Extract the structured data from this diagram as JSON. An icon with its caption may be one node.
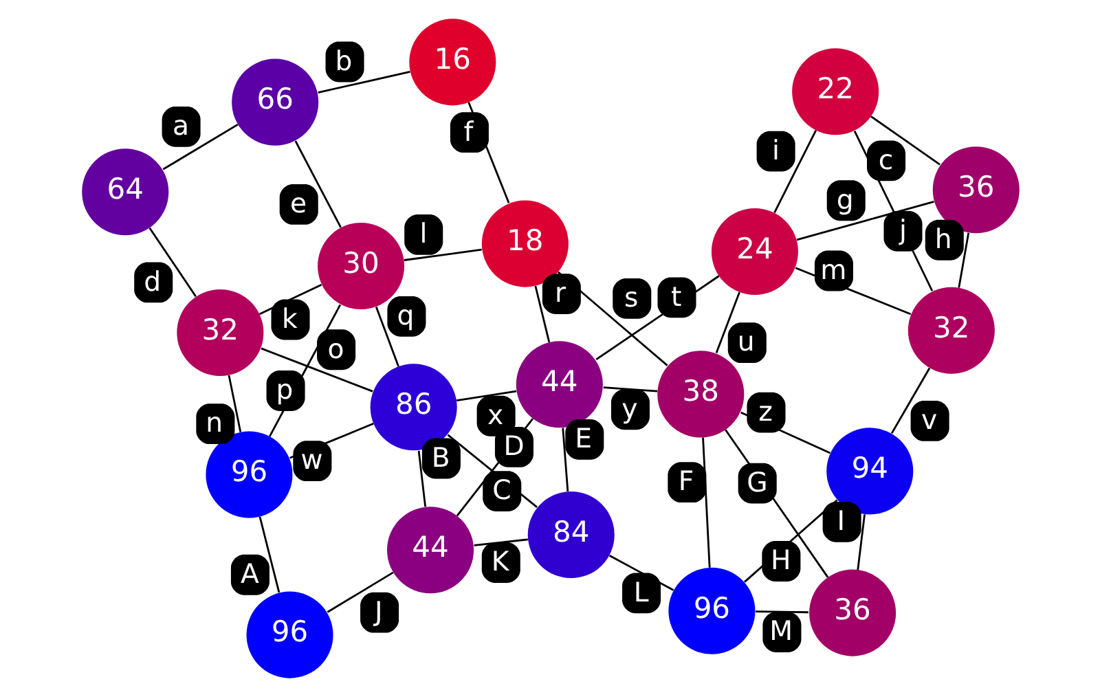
{
  "diagram": {
    "nodes": [
      {
        "text": [
          "66"
        ]
      },
      {
        "text": [
          "16"
        ]
      },
      {
        "text": [
          "36"
        ]
      },
      {
        "text": [
          "22"
        ]
      },
      {
        "text": [
          "64"
        ]
      },
      {
        "text": [
          "32"
        ]
      },
      {
        "text": [
          "30"
        ]
      },
      {
        "text": [
          "18"
        ]
      },
      {
        "text": [
          "24"
        ]
      },
      {
        "text": [
          "32"
        ]
      },
      {
        "text": [
          "86"
        ]
      },
      {
        "text": [
          "44"
        ]
      },
      {
        "text": [
          "38"
        ]
      },
      {
        "text": [
          "94"
        ]
      },
      {
        "text": [
          "96"
        ]
      },
      {
        "text": [
          "96"
        ]
      },
      {
        "text": [
          "96"
        ]
      },
      {
        "text": [
          "44"
        ]
      },
      {
        "text": [
          "84"
        ]
      },
      {
        "text": [
          "36"
        ]
      }
    ],
    "edges": [
      {
        "from": 4,
        "to": 0,
        "arrow": "none",
        "label": "a"
      },
      {
        "from": 0,
        "to": 1,
        "arrow": "none",
        "label": "b"
      },
      {
        "from": 2,
        "to": 3,
        "arrow": "none",
        "label": "c"
      },
      {
        "from": 5,
        "to": 4,
        "arrow": "none",
        "label": "d"
      },
      {
        "from": 0,
        "to": 6,
        "arrow": "none",
        "label": "e"
      },
      {
        "from": 1,
        "to": 7,
        "arrow": "none",
        "label": "f"
      },
      {
        "from": 2,
        "to": 8,
        "arrow": "none",
        "label": "g"
      },
      {
        "from": 2,
        "to": 9,
        "arrow": "none",
        "label": "h"
      },
      {
        "from": 3,
        "to": 8,
        "arrow": "none",
        "label": "i"
      },
      {
        "from": 3,
        "to": 9,
        "arrow": "none",
        "label": "j"
      },
      {
        "from": 5,
        "to": 6,
        "arrow": "none",
        "label": "k"
      },
      {
        "from": 6,
        "to": 7,
        "arrow": "none",
        "label": "l"
      },
      {
        "from": 8,
        "to": 9,
        "arrow": "none",
        "label": "m"
      },
      {
        "from": 5,
        "to": 14,
        "arrow": "none",
        "label": "n"
      },
      {
        "from": 5,
        "to": 10,
        "arrow": "none",
        "label": "o"
      },
      {
        "from": 14,
        "to": 6,
        "arrow": "none",
        "label": "p"
      },
      {
        "from": 6,
        "to": 10,
        "arrow": "none",
        "label": "q"
      },
      {
        "from": 7,
        "to": 11,
        "arrow": "none",
        "label": "r"
      },
      {
        "from": 7,
        "to": 12,
        "arrow": "none",
        "label": "s"
      },
      {
        "from": 11,
        "to": 8,
        "arrow": "none",
        "label": "t"
      },
      {
        "from": 12,
        "to": 8,
        "arrow": "none",
        "label": "u"
      },
      {
        "from": 9,
        "to": 13,
        "arrow": "none",
        "label": "v"
      },
      {
        "from": 14,
        "to": 10,
        "arrow": "none",
        "label": "w"
      },
      {
        "from": 10,
        "to": 11,
        "arrow": "none",
        "label": "x"
      },
      {
        "from": 11,
        "to": 12,
        "arrow": "none",
        "label": "y"
      },
      {
        "from": 12,
        "to": 13,
        "arrow": "none",
        "label": "z"
      },
      {
        "from": 14,
        "to": 15,
        "arrow": "none",
        "label": "A"
      },
      {
        "from": 10,
        "to": 17,
        "arrow": "none",
        "label": "B"
      },
      {
        "from": 10,
        "to": 18,
        "arrow": "none",
        "label": "C"
      },
      {
        "from": 11,
        "to": 17,
        "arrow": "none",
        "label": "D"
      },
      {
        "from": 11,
        "to": 18,
        "arrow": "none",
        "label": "E"
      },
      {
        "from": 12,
        "to": 16,
        "arrow": "none",
        "label": "F"
      },
      {
        "from": 12,
        "to": 19,
        "arrow": "none",
        "label": "G"
      },
      {
        "from": 16,
        "to": 13,
        "arrow": "none",
        "label": "H"
      },
      {
        "from": 13,
        "to": 19,
        "arrow": "none",
        "label": "I"
      },
      {
        "from": 15,
        "to": 17,
        "arrow": "none",
        "label": "J"
      },
      {
        "from": 17,
        "to": 18,
        "arrow": "none",
        "label": "K"
      },
      {
        "from": 16,
        "to": 18,
        "arrow": "none",
        "label": "L"
      },
      {
        "from": 16,
        "to": 19,
        "arrow": "none",
        "label": "M"
      }
    ]
  }
}
